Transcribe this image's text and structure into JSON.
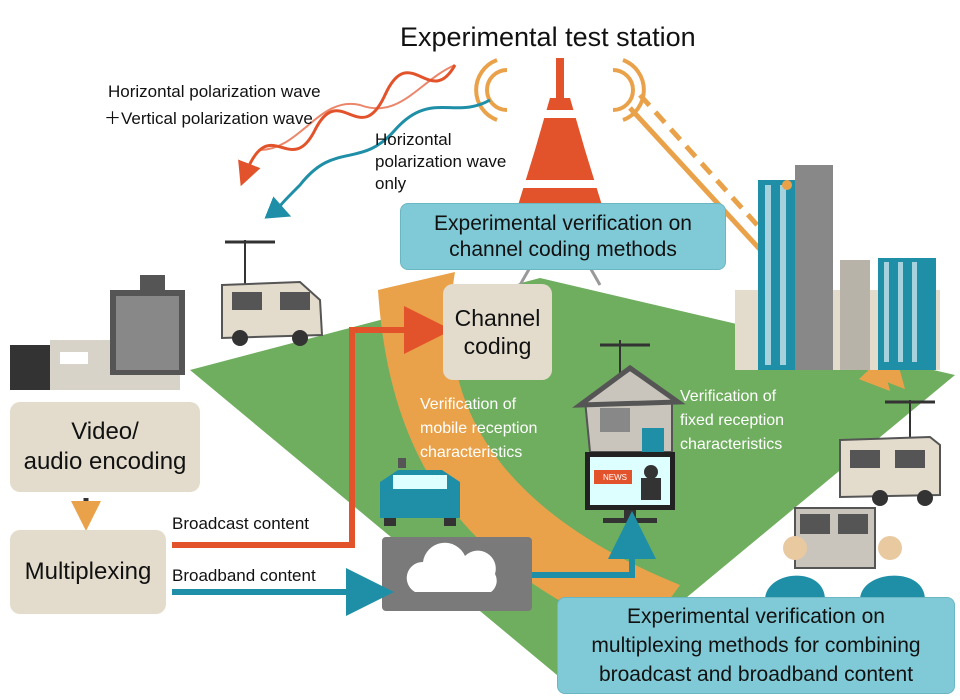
{
  "title": "Experimental test station",
  "waves": {
    "both": [
      "Horizontal polarization wave",
      "＋Vertical polarization wave"
    ],
    "horizontal": [
      "Horizontal",
      "polarization wave",
      "only"
    ]
  },
  "boxes": {
    "channel_coding_verification": [
      "Experimental verification on",
      "channel coding methods"
    ],
    "channel_coding": [
      "Channel",
      "coding"
    ],
    "video_audio_encoding": [
      "Video/",
      "audio encoding"
    ],
    "multiplexing": "Multiplexing",
    "multiplexing_verification": [
      "Experimental verification on",
      "multiplexing methods for combining",
      "broadcast and broadband content"
    ]
  },
  "labels": {
    "mobile_reception": [
      "Verification of",
      "mobile reception",
      "characteristics"
    ],
    "fixed_reception": [
      "Verification of",
      "fixed reception",
      "characteristics"
    ],
    "broadcast_content": "Broadcast content",
    "broadband_content": "Broadband content",
    "news": "NEWS"
  },
  "colors": {
    "broadcast_arrow": "#e2532b",
    "broadband_arrow": "#1f8fa8",
    "ground": "#6fae5f",
    "path": "#eaa24a",
    "tower": "#e2532b",
    "box_tan": "#e3dccd",
    "box_blue": "#7fcad6"
  },
  "icons": [
    "tv-tower-icon",
    "building-icon",
    "van-icon",
    "car-icon",
    "house-icon",
    "tv-icon",
    "cloud-icon",
    "people-icon"
  ]
}
